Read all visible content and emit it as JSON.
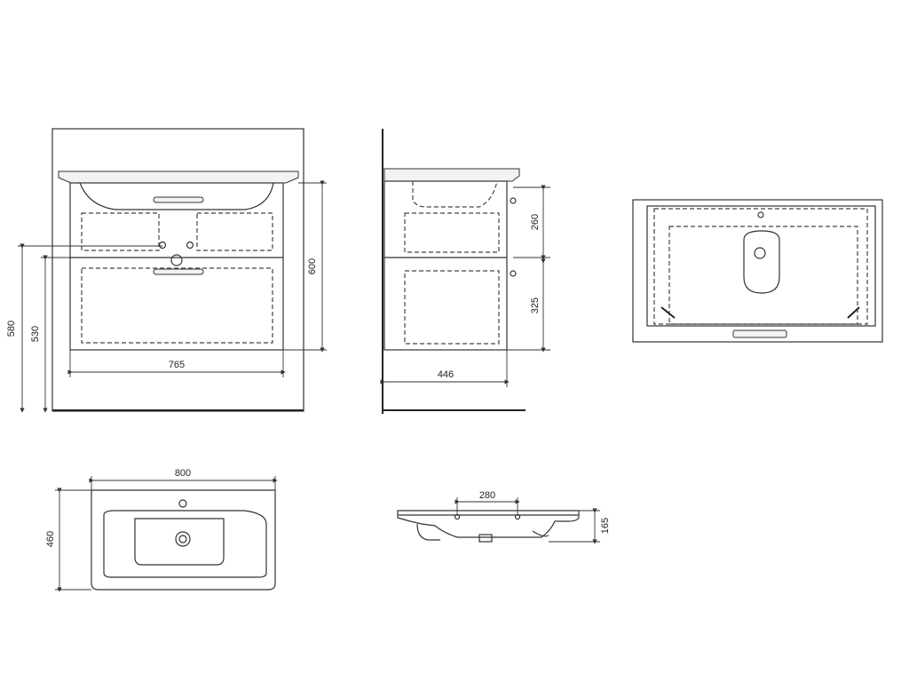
{
  "front_view": {
    "dim_width": "765",
    "dim_height_total": "600",
    "dim_leg_580": "580",
    "dim_leg_530": "530"
  },
  "side_view": {
    "dim_depth": "446",
    "dim_upper_drawer": "260",
    "dim_lower_drawer": "325"
  },
  "basin_top": {
    "dim_width": "800",
    "dim_depth": "460"
  },
  "basin_side": {
    "dim_tap_spacing": "280",
    "dim_height": "165"
  }
}
